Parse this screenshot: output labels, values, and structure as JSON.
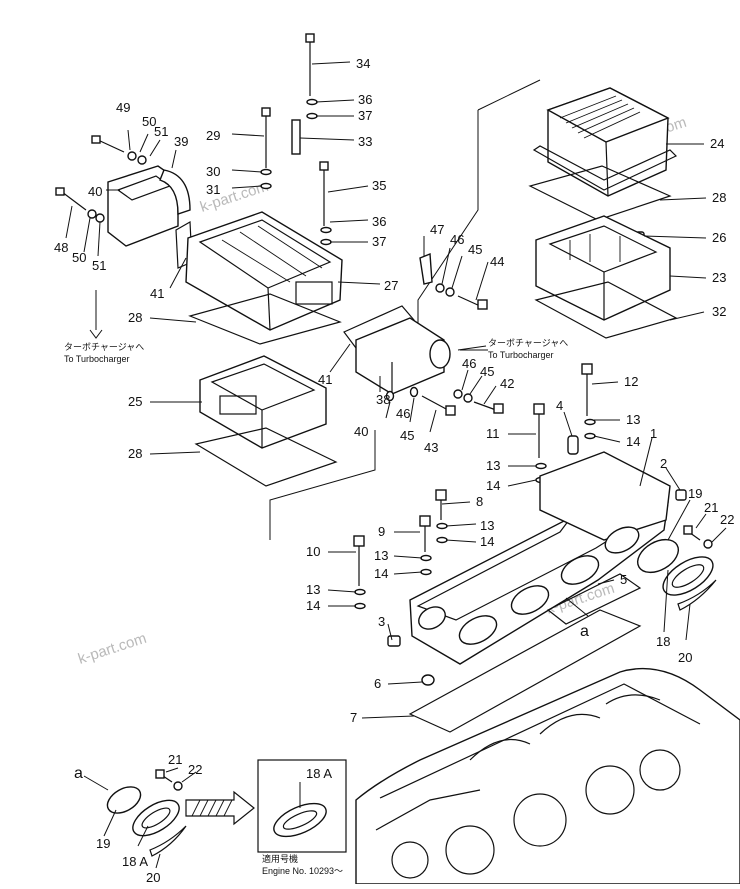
{
  "diagram": {
    "part_numbers": {
      "p1": "1",
      "p2": "2",
      "p3": "3",
      "p4": "4",
      "p5": "5",
      "p6": "6",
      "p7": "7",
      "p8": "8",
      "p9": "9",
      "p10": "10",
      "p11": "11",
      "p12": "12",
      "p13": "13",
      "p14": "14",
      "p18": "18",
      "p18A": "18 A",
      "p19": "19",
      "p20": "20",
      "p21": "21",
      "p22": "22",
      "p23": "23",
      "p24": "24",
      "p25": "25",
      "p26": "26",
      "p27": "27",
      "p28": "28",
      "p29": "29",
      "p30": "30",
      "p31": "31",
      "p32": "32",
      "p33": "33",
      "p34": "34",
      "p35": "35",
      "p36": "36",
      "p37": "37",
      "p38": "38",
      "p39": "39",
      "p40": "40",
      "p41": "41",
      "p42": "42",
      "p43": "43",
      "p44": "44",
      "p45": "45",
      "p46": "46",
      "p47": "47",
      "p48": "48",
      "p49": "49",
      "p50": "50",
      "p51": "51"
    },
    "ref_letter": "a",
    "turbo_note_jp": "ターボチャージャへ",
    "turbo_note_en": "To Turbocharger",
    "engine_note_jp": "適用号機",
    "engine_note_en": "Engine No. 10293～",
    "watermark": "k-part.com"
  }
}
